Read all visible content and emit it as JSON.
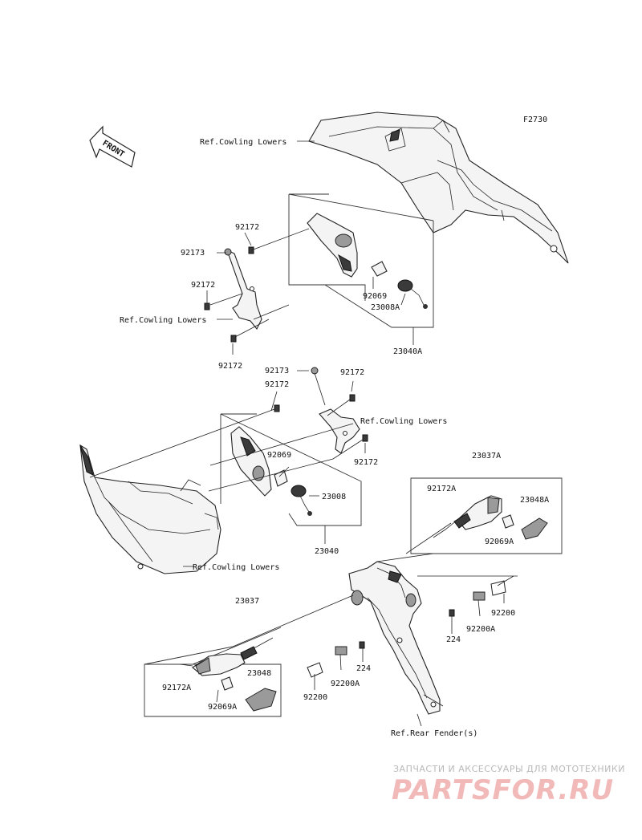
{
  "figure_code": "F2730",
  "front_arrow_label": "FRONT",
  "refs": {
    "cowling_lowers": "Ref.Cowling Lowers",
    "rear_fender": "Ref.Rear Fender(s)"
  },
  "parts": {
    "p92172": "92172",
    "p92173": "92173",
    "p92069": "92069",
    "p23008A": "23008A",
    "p23040A": "23040A",
    "p23008": "23008",
    "p23040": "23040",
    "p23037A": "23037A",
    "p92172A": "92172A",
    "p23048A": "23048A",
    "p92069A": "92069A",
    "p92200": "92200",
    "p92200A": "92200A",
    "p224": "224",
    "p23037": "23037",
    "p23048": "23048"
  },
  "watermark": {
    "tagline": "ЗАПЧАСТИ И АКСЕССУАРЫ ДЛЯ МОТОТЕХНИКИ",
    "brand": "PARTSFOR.RU"
  }
}
